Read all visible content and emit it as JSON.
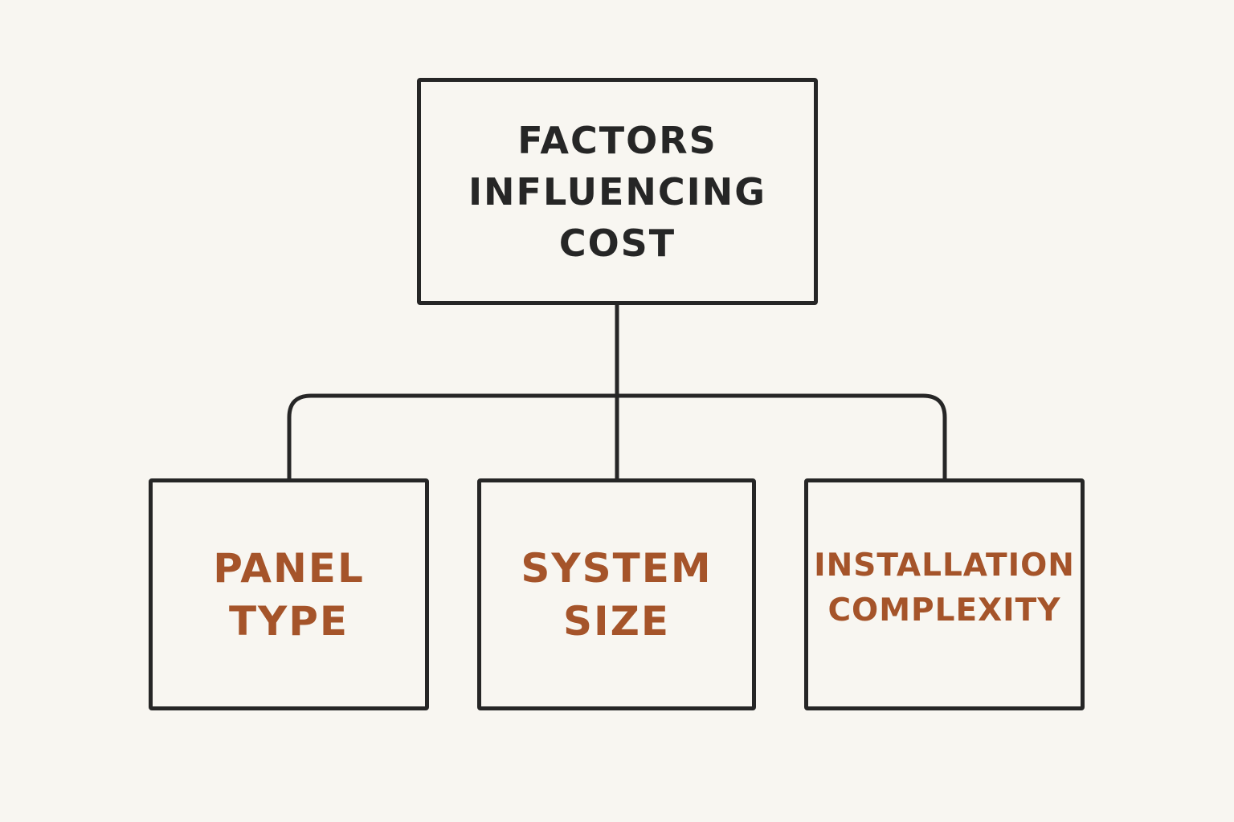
{
  "root": {
    "lines": [
      "FACTORS",
      "INFLUENCING",
      "COST"
    ]
  },
  "children": [
    {
      "lines": [
        "PANEL",
        "TYPE"
      ]
    },
    {
      "lines": [
        "SYSTEM",
        "SIZE"
      ]
    },
    {
      "lines": [
        "INSTALLATION",
        "COMPLEXITY"
      ]
    }
  ],
  "colors": {
    "background": "#f8f6f1",
    "stroke": "#262626",
    "root_text": "#262626",
    "child_text": "#a5542a"
  }
}
